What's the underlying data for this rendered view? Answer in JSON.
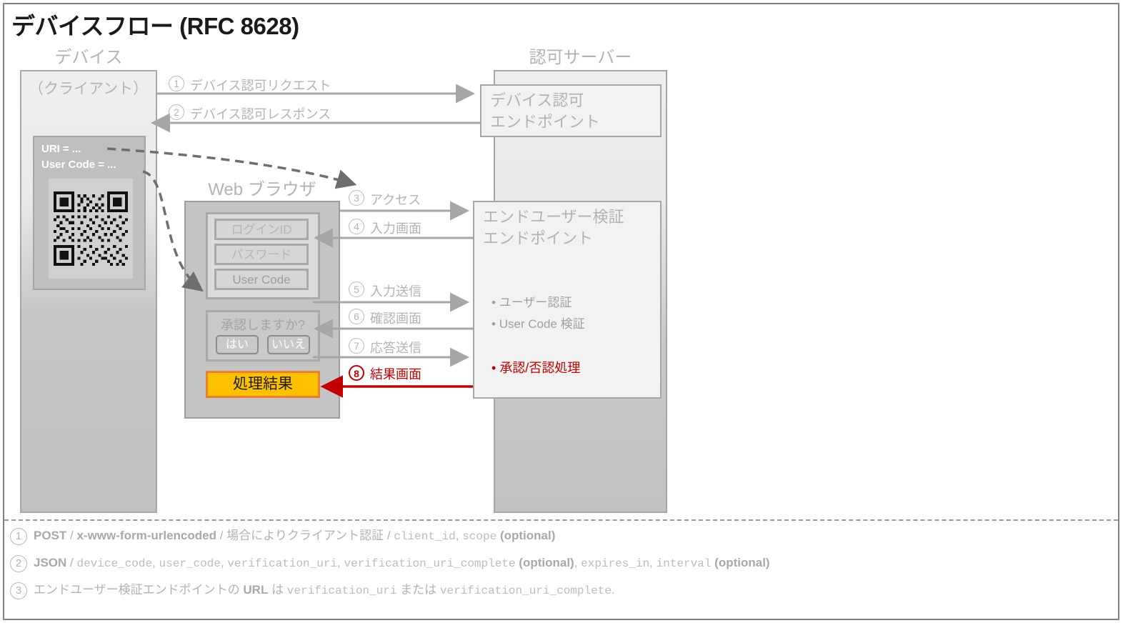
{
  "title": "デバイスフロー (RFC 8628)",
  "lanes": {
    "device": {
      "heading": "デバイス",
      "caption": "（クライアント）"
    },
    "browser": {
      "heading": "Web ブラウザ"
    },
    "server": {
      "heading": "認可サーバー"
    }
  },
  "device_panel": {
    "uri_line": "URI = ...",
    "user_code_line": "User Code = ...",
    "qr_alt": "qr-code"
  },
  "server_endpoints": [
    {
      "name": "device-authorization-endpoint",
      "title": "デバイス認可\nエンドポイント"
    },
    {
      "name": "end-user-verification-endpoint",
      "title": "エンドユーザー検証\nエンドポイント",
      "bullets": [
        "ユーザー認証",
        "User Code 検証"
      ],
      "highlight": "承認/否認処理"
    }
  ],
  "browser": {
    "fields": [
      "ログインID",
      "パスワード",
      "User Code"
    ],
    "confirm_question": "承認しますか?",
    "buttons": [
      "はい",
      "いいえ"
    ],
    "result": "処理結果"
  },
  "messages": [
    {
      "n": "1",
      "label": "デバイス認可リクエスト",
      "dir": "right",
      "red": false
    },
    {
      "n": "2",
      "label": "デバイス認可レスポンス",
      "dir": "left",
      "red": false
    },
    {
      "n": "3",
      "label": "アクセス",
      "dir": "right",
      "red": false
    },
    {
      "n": "4",
      "label": "入力画面",
      "dir": "left",
      "red": false
    },
    {
      "n": "5",
      "label": "入力送信",
      "dir": "right",
      "red": false
    },
    {
      "n": "6",
      "label": "確認画面",
      "dir": "left",
      "red": false
    },
    {
      "n": "7",
      "label": "応答送信",
      "dir": "right",
      "red": false
    },
    {
      "n": "8",
      "label": "結果画面",
      "dir": "left",
      "red": true
    }
  ],
  "footnotes": [
    {
      "n": "1",
      "parts": [
        {
          "t": "POST",
          "s": "bold"
        },
        {
          "t": " / ",
          "s": "plain"
        },
        {
          "t": "x-www-form-urlencoded",
          "s": "bold"
        },
        {
          "t": " / ",
          "s": "plain"
        },
        {
          "t": "場合によりクライアント認証",
          "s": "plain"
        },
        {
          "t": " / ",
          "s": "plain"
        },
        {
          "t": "client_id",
          "s": "code"
        },
        {
          "t": ", ",
          "s": "plain"
        },
        {
          "t": "scope",
          "s": "code"
        },
        {
          "t": " ",
          "s": "plain"
        },
        {
          "t": "(optional)",
          "s": "bold"
        }
      ]
    },
    {
      "n": "2",
      "parts": [
        {
          "t": "JSON",
          "s": "bold"
        },
        {
          "t": " / ",
          "s": "plain"
        },
        {
          "t": "device_code",
          "s": "code"
        },
        {
          "t": ", ",
          "s": "plain"
        },
        {
          "t": "user_code",
          "s": "code"
        },
        {
          "t": ", ",
          "s": "plain"
        },
        {
          "t": "verification_uri",
          "s": "code"
        },
        {
          "t": ", ",
          "s": "plain"
        },
        {
          "t": "verification_uri_complete",
          "s": "code"
        },
        {
          "t": " ",
          "s": "plain"
        },
        {
          "t": "(optional)",
          "s": "bold"
        },
        {
          "t": ", ",
          "s": "plain"
        },
        {
          "t": "expires_in",
          "s": "code"
        },
        {
          "t": ", ",
          "s": "plain"
        },
        {
          "t": "interval",
          "s": "code"
        },
        {
          "t": " ",
          "s": "plain"
        },
        {
          "t": "(optional)",
          "s": "bold"
        }
      ]
    },
    {
      "n": "3",
      "parts": [
        {
          "t": "エンドユーザー検証エンドポイントの ",
          "s": "plain"
        },
        {
          "t": "URL",
          "s": "bold"
        },
        {
          "t": " は ",
          "s": "plain"
        },
        {
          "t": "verification_uri",
          "s": "code"
        },
        {
          "t": " または ",
          "s": "plain"
        },
        {
          "t": "verification_uri_complete",
          "s": "code"
        },
        {
          "t": ".",
          "s": "plain"
        }
      ]
    }
  ],
  "colors": {
    "accent_red": "#c00000",
    "result_fill": "#ffc000",
    "result_border": "#ed7d31",
    "gray_text": "#b3b3b3",
    "frame": "#808080"
  }
}
